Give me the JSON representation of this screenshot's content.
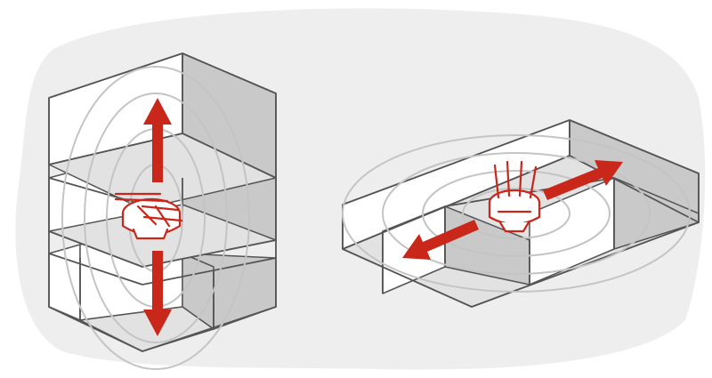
{
  "illustration": {
    "scenes": [
      {
        "name": "multi-floor-vertical-coverage",
        "signal_direction": "vertical",
        "router_orientation": "antennas-horizontal"
      },
      {
        "name": "single-floor-horizontal-coverage",
        "signal_direction": "horizontal",
        "router_orientation": "antennas-vertical"
      }
    ]
  },
  "colors": {
    "background_blob": "#eeeeee",
    "wall_fill": "#ffffff",
    "wall_shade": "#c9c9c9",
    "floor_fill": "#e2e2e2",
    "wall_stroke": "#555555",
    "signal_rings": "#c4c4c4",
    "arrow": "#c8271a",
    "router_stroke": "#c8271a"
  }
}
